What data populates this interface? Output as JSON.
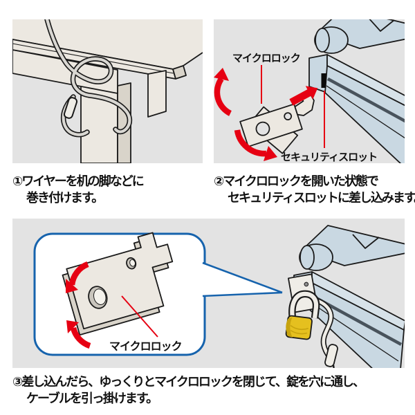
{
  "document": {
    "type": "security-wire-lock-instructions",
    "language": "ja"
  },
  "colors": {
    "panel_bg": "#e3e3e3",
    "outline": "#1a1a1a",
    "desk": "#ece8e1",
    "desk_shade": "#d9d4ca",
    "laptop": "#c9d8e2",
    "laptop_deck": "#d7e2e9",
    "slot_black": "#0b0b0b",
    "arrow_red": "#e60012",
    "bubble_blue": "#1663ad",
    "padlock_yellow": "#e5c01f",
    "padlock_shade": "#c7a30e",
    "wire_gray": "#d9d7d2",
    "metal_light": "#efede7",
    "hole_shade": "#c9c5bd"
  },
  "step1": {
    "caption": [
      "①ワイヤーを机の脚などに",
      "巻き付けます。"
    ]
  },
  "step2": {
    "caption": [
      "②マイクロロックを開いた状態で",
      "セキュリティスロットに差し込みます。"
    ],
    "label_microlock": "マイクロロック",
    "label_slot": "セキュリティスロット"
  },
  "step3": {
    "caption": [
      "③差し込んだら、ゆっくりとマイクロロックを閉じて、錠を穴に通し、",
      "ケーブルを引っ掛けます。"
    ],
    "label_microlock": "マイクロロック"
  }
}
